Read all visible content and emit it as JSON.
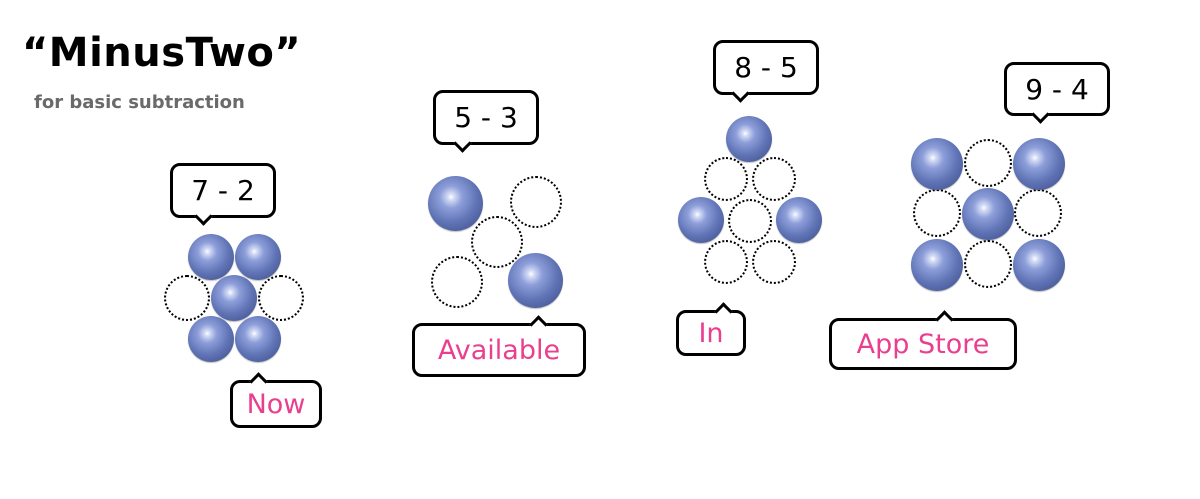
{
  "title": "“MinusTwo”",
  "subtitle": "for basic subtraction",
  "colors": {
    "ball": "#6074b6",
    "label_pink": "#ea3f8e"
  },
  "problems": [
    {
      "expression": "7 - 2",
      "caption": "Now"
    },
    {
      "expression": "5 - 3",
      "caption": "Available"
    },
    {
      "expression": "8 - 5",
      "caption": "In"
    },
    {
      "expression": "9 - 4",
      "caption": "App Store"
    }
  ]
}
